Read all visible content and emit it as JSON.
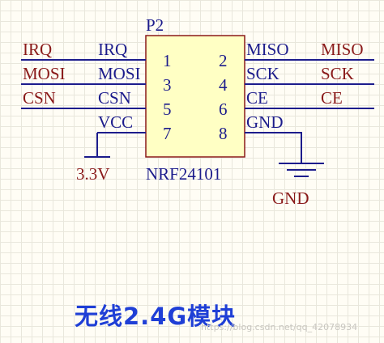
{
  "component": {
    "designator": "P2",
    "part_name": "NRF24101",
    "fill_color": "#ffffc4",
    "outline_color": "#8a1a1a"
  },
  "left_pins": [
    {
      "number": "1",
      "pin_label": "IRQ",
      "net_label": "IRQ",
      "has_net": true
    },
    {
      "number": "3",
      "pin_label": "MOSI",
      "net_label": "MOSI",
      "has_net": true
    },
    {
      "number": "5",
      "pin_label": "CSN",
      "net_label": "CSN",
      "has_net": true
    },
    {
      "number": "7",
      "pin_label": "VCC",
      "net_label": "",
      "has_net": false
    }
  ],
  "right_pins": [
    {
      "number": "2",
      "pin_label": "MISO",
      "net_label": "MISO",
      "has_net": true
    },
    {
      "number": "4",
      "pin_label": "SCK",
      "net_label": "SCK",
      "has_net": true
    },
    {
      "number": "6",
      "pin_label": "CE",
      "net_label": "CE",
      "has_net": true
    },
    {
      "number": "8",
      "pin_label": "GND",
      "net_label": "",
      "has_net": false
    }
  ],
  "power": {
    "label": "3.3V"
  },
  "ground": {
    "label": "GND"
  },
  "caption": "无线2.4G模块",
  "watermark": "https://blog.csdn.net/qq_42078934",
  "colors": {
    "wire": "#1c1c8c",
    "text": "#8a1a1a",
    "net_label": "#8a1a1a",
    "pin_line": "#1c1c8c",
    "caption": "#1f3fd6"
  }
}
